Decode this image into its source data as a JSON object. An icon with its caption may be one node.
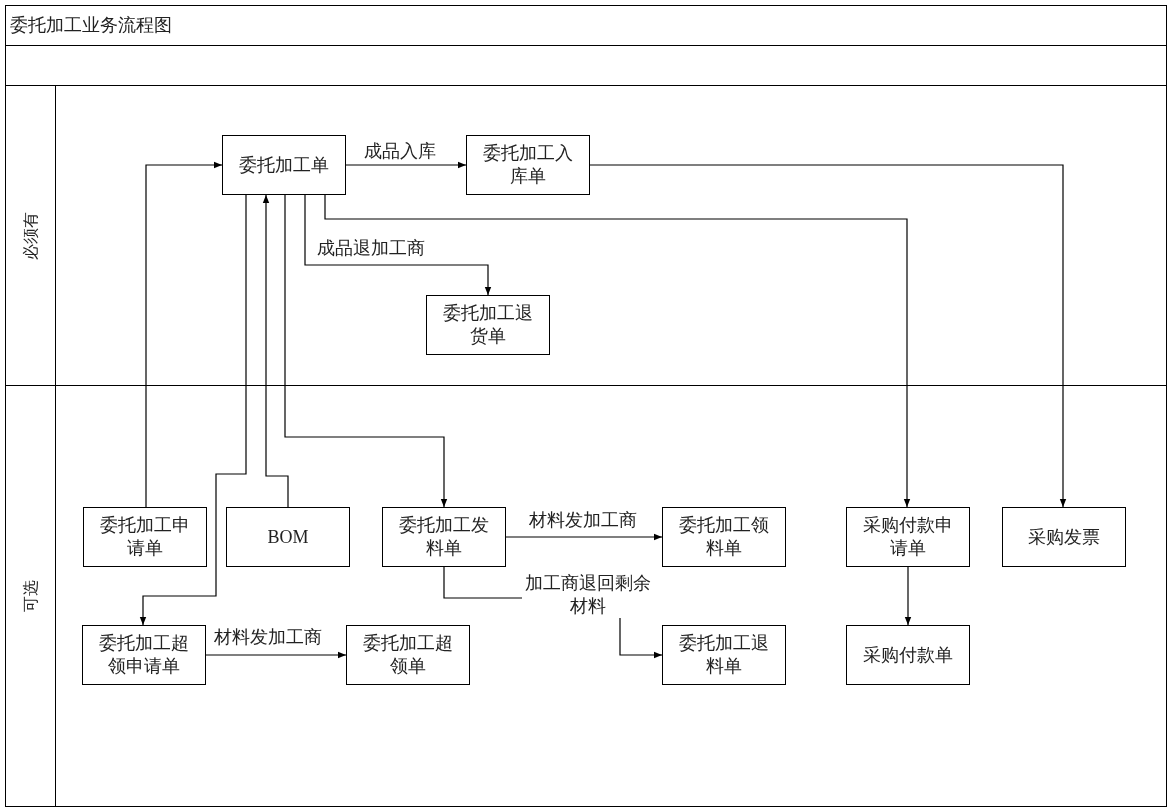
{
  "diagram": {
    "title": "委托加工业务流程图",
    "nodes": [
      {
        "text": [
          "必须有"
        ]
      },
      {
        "text": [
          "可选"
        ]
      },
      {
        "text": [
          "委托加工单"
        ],
        "in": 0
      },
      {
        "text": [
          "委托加工入库单"
        ],
        "in": 0
      },
      {
        "text": [
          "委托加工退货单"
        ],
        "in": 0
      },
      {
        "text": [
          "委托加工申请单"
        ],
        "in": 1
      },
      {
        "text": [
          "BOM"
        ],
        "in": 1
      },
      {
        "text": [
          "委托加工发料单"
        ],
        "in": 1
      },
      {
        "text": [
          "委托加工领料单"
        ],
        "in": 1
      },
      {
        "text": [
          "采购付款申请单"
        ],
        "in": 1
      },
      {
        "text": [
          "采购发票"
        ],
        "in": 1
      },
      {
        "text": [
          "委托加工超领申请单"
        ],
        "in": 1
      },
      {
        "text": [
          "委托加工超领单"
        ],
        "in": 1
      },
      {
        "text": [
          "委托加工退料单"
        ],
        "in": 1
      },
      {
        "text": [
          "采购付款单"
        ],
        "in": 1
      }
    ],
    "edges": [
      {
        "from": 5,
        "to": 2,
        "arrow": "to"
      },
      {
        "from": 2,
        "to": 3,
        "arrow": "to",
        "label": "成品入库"
      },
      {
        "from": 2,
        "to": 4,
        "arrow": "to",
        "label": "成品退加工商"
      },
      {
        "from": 2,
        "to": 9,
        "arrow": "to"
      },
      {
        "from": 3,
        "to": 10,
        "arrow": "to"
      },
      {
        "from": 6,
        "to": 2,
        "arrow": "to"
      },
      {
        "from": 2,
        "to": 11,
        "arrow": "to"
      },
      {
        "from": 2,
        "to": 7,
        "arrow": "to"
      },
      {
        "from": 7,
        "to": 8,
        "arrow": "to",
        "label": "材料发加工商"
      },
      {
        "from": 7,
        "to": 13,
        "arrow": "to",
        "label": "加工商退回剩余材料"
      },
      {
        "from": 11,
        "to": 12,
        "arrow": "to",
        "label": "材料发加工商"
      },
      {
        "from": 9,
        "to": 14,
        "arrow": "to"
      }
    ]
  }
}
